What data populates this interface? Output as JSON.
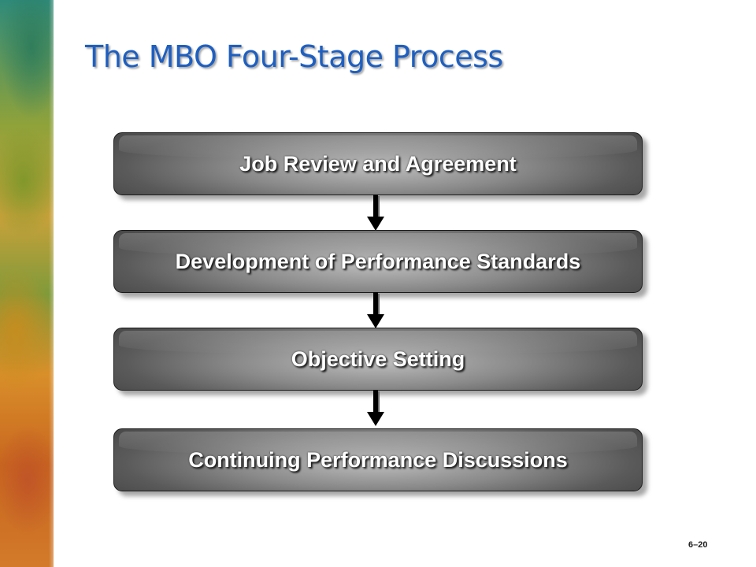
{
  "slide": {
    "title": "The MBO Four-Stage Process",
    "page_number": "6–20"
  },
  "stages": [
    {
      "label": "Job Review and Agreement"
    },
    {
      "label": "Development of Performance Standards"
    },
    {
      "label": "Objective Setting"
    },
    {
      "label": "Continuing Performance Discussions"
    }
  ],
  "colors": {
    "title": "#1f5fbf",
    "stage_fill": "#8a8a8a",
    "stage_text": "#ffffff",
    "arrow": "#000000"
  },
  "icons": {
    "connector": "down-arrow-icon"
  }
}
